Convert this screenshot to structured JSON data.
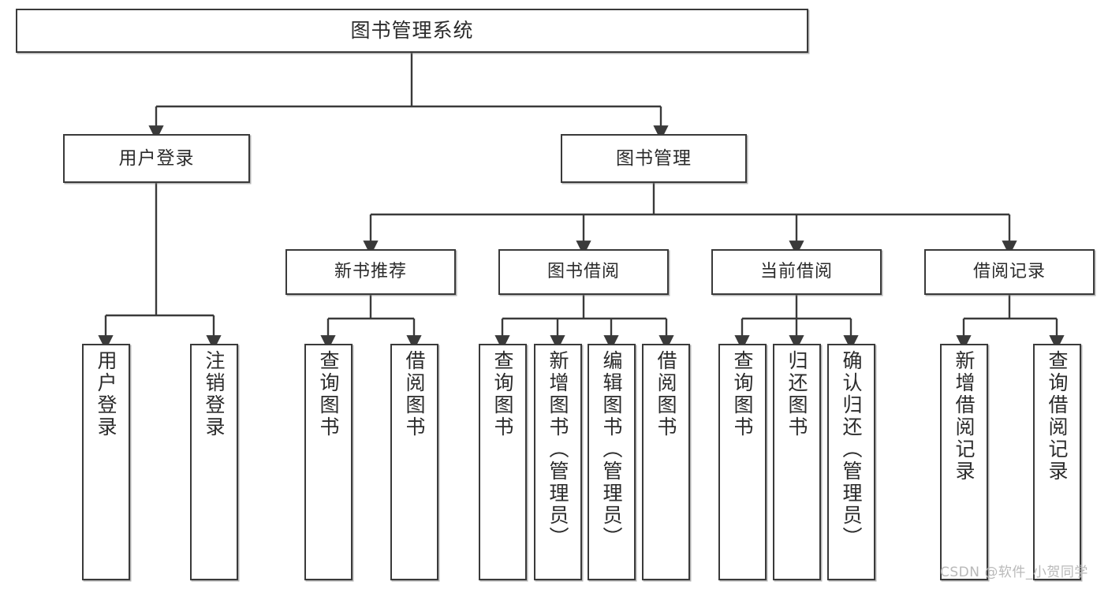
{
  "diagram": {
    "title": "图书管理系统",
    "type": "hierarchy-tree",
    "root": {
      "id": "root",
      "label": "图书管理系统"
    },
    "level2": [
      {
        "id": "user-login",
        "label": "用户登录"
      },
      {
        "id": "book-management",
        "label": "图书管理"
      }
    ],
    "level3": [
      {
        "id": "new-book-recommend",
        "label": "新书推荐",
        "parent": "book-management"
      },
      {
        "id": "book-borrow",
        "label": "图书借阅",
        "parent": "book-management"
      },
      {
        "id": "current-borrow",
        "label": "当前借阅",
        "parent": "book-management"
      },
      {
        "id": "borrow-record",
        "label": "借阅记录",
        "parent": "book-management"
      }
    ],
    "leaves": [
      {
        "id": "leaf-user-login",
        "label": "用户登录",
        "parent": "user-login"
      },
      {
        "id": "leaf-logout-login",
        "label": "注销登录",
        "parent": "user-login"
      },
      {
        "id": "leaf-query-book-1",
        "label": "查询图书",
        "parent": "new-book-recommend"
      },
      {
        "id": "leaf-borrow-book-1",
        "label": "借阅图书",
        "parent": "new-book-recommend"
      },
      {
        "id": "leaf-query-book-2",
        "label": "查询图书",
        "parent": "book-borrow"
      },
      {
        "id": "leaf-add-book",
        "label": "新增图书（管理员）",
        "parent": "book-borrow"
      },
      {
        "id": "leaf-edit-book",
        "label": "编辑图书（管理员）",
        "parent": "book-borrow"
      },
      {
        "id": "leaf-borrow-book-2",
        "label": "借阅图书",
        "parent": "book-borrow"
      },
      {
        "id": "leaf-query-book-3",
        "label": "查询图书",
        "parent": "current-borrow"
      },
      {
        "id": "leaf-return-book",
        "label": "归还图书",
        "parent": "current-borrow"
      },
      {
        "id": "leaf-confirm-return",
        "label": "确认归还（管理员）",
        "parent": "current-borrow"
      },
      {
        "id": "leaf-add-record",
        "label": "新增借阅记录",
        "parent": "borrow-record"
      },
      {
        "id": "leaf-query-record",
        "label": "查询借阅记录",
        "parent": "borrow-record"
      }
    ],
    "watermark": "CSDN @软件_小贺同学",
    "colors": {
      "stroke": "#3a3a3a",
      "fill": "#ffffff",
      "text": "#2b2b2b",
      "watermark": "#b9b9b9"
    }
  }
}
